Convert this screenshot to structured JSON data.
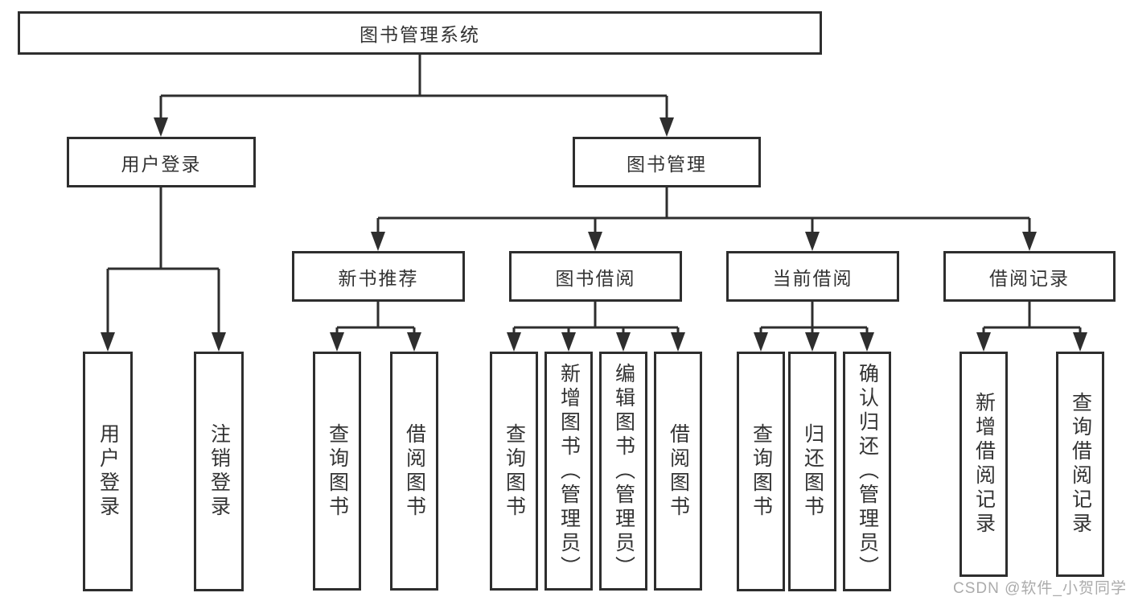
{
  "meta": {
    "watermark": "CSDN @软件_小贺同学"
  },
  "colors": {
    "line": "#2e2e2e",
    "text": "#333333",
    "watermark": "#ababab",
    "background": "#ffffff"
  },
  "tree": {
    "root": {
      "label": "图书管理系统"
    },
    "branches": [
      {
        "label": "用户登录",
        "leaves": [
          {
            "label": "用户登录"
          },
          {
            "label": "注销登录"
          }
        ]
      },
      {
        "label": "图书管理",
        "groups": [
          {
            "label": "新书推荐",
            "leaves": [
              {
                "label": "查询图书"
              },
              {
                "label": "借阅图书"
              }
            ]
          },
          {
            "label": "图书借阅",
            "leaves": [
              {
                "label": "查询图书"
              },
              {
                "label": "新增图书（管理员）"
              },
              {
                "label": "编辑图书（管理员）"
              },
              {
                "label": "借阅图书"
              }
            ]
          },
          {
            "label": "当前借阅",
            "leaves": [
              {
                "label": "查询图书"
              },
              {
                "label": "归还图书"
              },
              {
                "label": "确认归还（管理员）"
              }
            ]
          },
          {
            "label": "借阅记录",
            "leaves": [
              {
                "label": "新增借阅记录"
              },
              {
                "label": "查询借阅记录"
              }
            ]
          }
        ]
      }
    ]
  }
}
